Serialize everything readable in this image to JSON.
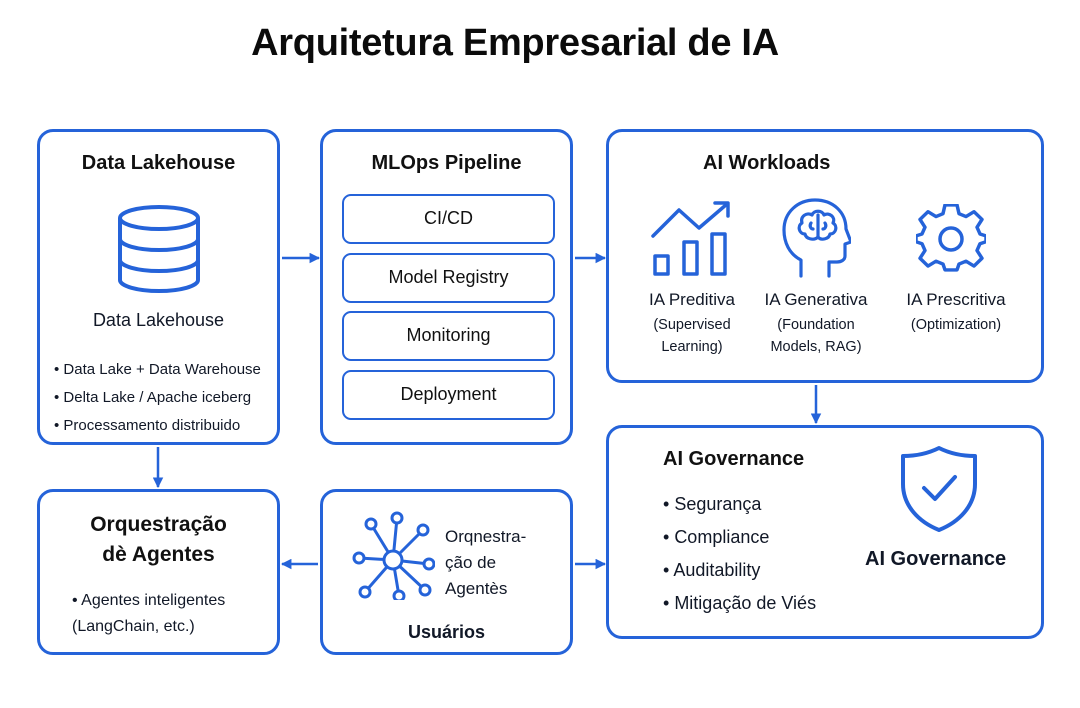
{
  "title": "Arquitetura Empresarial de IA",
  "colors": {
    "accent": "#2563d9",
    "text": "#111111",
    "background": "#ffffff"
  },
  "lakehouse": {
    "heading": "Data Lakehouse",
    "icon": "database-icon",
    "subtitle": "Data Lakehouse",
    "items": [
      "Data Lake + Data Warehouse",
      "Delta Lake / Apache iceberg",
      "Processamento distribuido"
    ]
  },
  "mlops": {
    "heading": "MLOps Pipeline",
    "steps": [
      "CI/CD",
      "Model Registry",
      "Monitoring",
      "Deployment"
    ]
  },
  "workloads": {
    "heading": "AI Workloads",
    "items": [
      {
        "icon": "growth-chart-icon",
        "label": "IA Preditiva",
        "sub_1": "(Supervised",
        "sub_2": "Learning)"
      },
      {
        "icon": "brain-head-icon",
        "label": "IA Generativa",
        "sub_1": "(Foundation",
        "sub_2": "Models, RAG)"
      },
      {
        "icon": "gear-icon",
        "label": "IA Prescritiva",
        "sub_1": "(Optimization)",
        "sub_2": ""
      }
    ]
  },
  "governance": {
    "heading": "AI Governance",
    "items": [
      "Segurança",
      "Compliance",
      "Auditability",
      "Mitigação de Viés"
    ],
    "icon": "shield-check-icon",
    "label": "AI Governance"
  },
  "orchestration": {
    "heading_1": "Orquestração",
    "heading_2": "dè Agentes",
    "item_1": "Agentes inteligentes",
    "item_2": "(LangChain, etc.)"
  },
  "users": {
    "icon": "network-icon",
    "text_1": "Orqnestra-",
    "text_2": "ção de",
    "text_3": "Agentès",
    "label": "Usuários"
  }
}
